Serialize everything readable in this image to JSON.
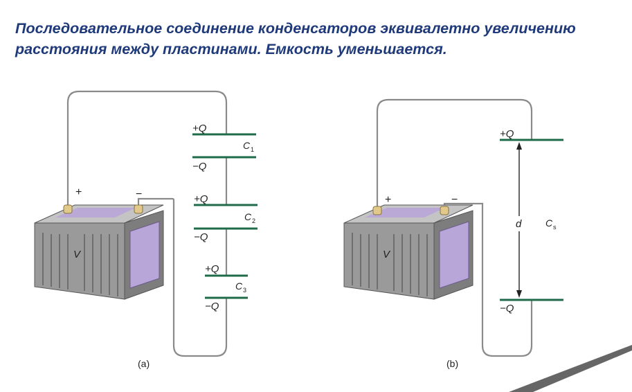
{
  "heading": {
    "line1": "Последовательное соединение конденсаторов эквивалетно увеличению",
    "line2": "расстояния между пластинами. Емкость уменьшается."
  },
  "panel_a": {
    "caption": "(a)",
    "battery_label": "V",
    "plus_sign": "+",
    "minus_sign": "−",
    "capacitors": [
      {
        "top_charge": "+Q",
        "bottom_charge": "−Q",
        "name": "C",
        "subscript": "1"
      },
      {
        "top_charge": "+Q",
        "bottom_charge": "−Q",
        "name": "C",
        "subscript": "2"
      },
      {
        "top_charge": "+Q",
        "bottom_charge": "−Q",
        "name": "C",
        "subscript": "3"
      }
    ]
  },
  "panel_b": {
    "caption": "(b)",
    "battery_label": "V",
    "plus_sign": "+",
    "minus_sign": "−",
    "top_charge": "+Q",
    "bottom_charge": "−Q",
    "gap_label": "d",
    "cap_name": "C",
    "cap_subscript": "s"
  },
  "colors": {
    "heading": "#1f3a7a",
    "plate": "#1e6b4a",
    "wire": "#8a8a8a",
    "battery_body": "#8f8f8f",
    "battery_window": "#b9a6d9"
  }
}
